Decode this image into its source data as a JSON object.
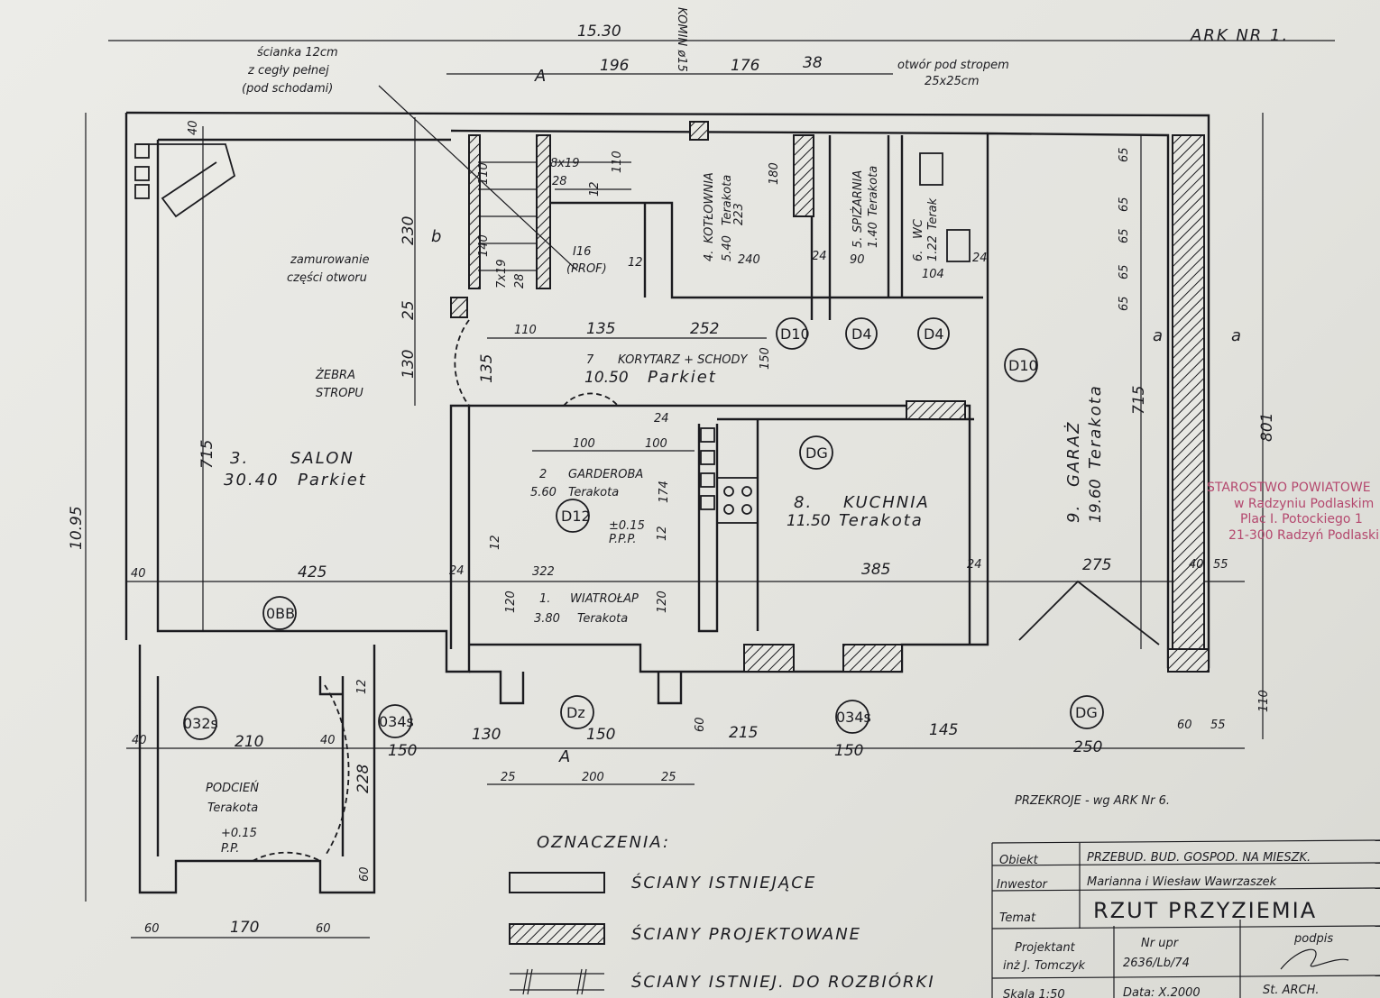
{
  "sheet": {
    "label": "ARK NR 1.",
    "total_width": "15.30",
    "total_height": "10.95"
  },
  "rooms": [
    {
      "num": "1.",
      "name": "WIATROŁAP",
      "area": "3.80",
      "floor": "Terakota"
    },
    {
      "num": "2",
      "name": "GARDEROBA",
      "area": "5.60",
      "floor": "Terakota"
    },
    {
      "num": "3.",
      "name": "SALON",
      "area": "30.40",
      "floor": "Parkiet"
    },
    {
      "num": "4.",
      "name": "KOTŁOWNIA",
      "area": "5.40",
      "floor": "Terakota"
    },
    {
      "num": "5.",
      "name": "SPIŻARNIA",
      "area": "1.40",
      "floor": "Terakota"
    },
    {
      "num": "6.",
      "name": "WC",
      "area": "1.22",
      "floor": "Terak"
    },
    {
      "num": "7",
      "name": "KORYTARZ + SCHODY",
      "area": "10.50",
      "floor": "Parkiet"
    },
    {
      "num": "8.",
      "name": "KUCHNIA",
      "area": "11.50",
      "floor": "Terakota"
    },
    {
      "num": "9.",
      "name": "GARAŻ",
      "area": "19.60",
      "floor": "Terakota"
    },
    {
      "name": "PODCIEŃ",
      "floor": "Terakota"
    }
  ],
  "annotations": {
    "wall_note_1": "ścianka 12cm",
    "wall_note_2": "z cegły pełnej",
    "wall_note_3": "(pod schodami)",
    "infill_1": "zamurowanie",
    "infill_2": "części otworu",
    "ribs_1": "ŻEBRA",
    "ribs_2": "STROPU",
    "chimney": "KOMIN ø15",
    "opening_1": "otwór pod stropem",
    "opening_2": "25x25cm",
    "beam_1": "I16",
    "beam_2": "(PROF)",
    "level_1": "±0.15",
    "level_1b": "P.P.P.",
    "level_2": "+0.15",
    "level_2b": "P.P.",
    "sections": "PRZEKROJE - wg ARK Nr 6.",
    "stairs_1": "7x19",
    "stairs_2": "28",
    "stairs_3": "8x19",
    "stairs_4": "28"
  },
  "section_marks": [
    "A",
    "A",
    "a",
    "a",
    "b"
  ],
  "door_tags": [
    "D10",
    "D4",
    "D4",
    "D10",
    "DG",
    "D12",
    "Dz",
    "DG",
    "0BB",
    "032s",
    "034s",
    "034s"
  ],
  "dimensions": {
    "top": [
      "196",
      "176",
      "38"
    ],
    "left": [
      "40",
      "230",
      "25",
      "130",
      "715"
    ],
    "corridor": [
      "110",
      "135",
      "252",
      "135",
      "150"
    ],
    "garderoba": [
      "100",
      "100",
      "174",
      "322",
      "12",
      "12",
      "24",
      "24"
    ],
    "middle": [
      "425",
      "40",
      "385",
      "24",
      "275",
      "40",
      "55",
      "715",
      "801"
    ],
    "service": [
      "223",
      "240",
      "180",
      "90",
      "104",
      "24",
      "24",
      "12",
      "12",
      "110",
      "110",
      "140",
      "65",
      "65",
      "65",
      "65",
      "65"
    ],
    "bottom": [
      "40",
      "210",
      "40",
      "150",
      "130",
      "150",
      "60",
      "215",
      "150",
      "145",
      "250",
      "60",
      "55",
      "110",
      "120",
      "120"
    ],
    "porch": [
      "228",
      "60",
      "60",
      "170",
      "60",
      "12"
    ],
    "entrance": [
      "25",
      "200",
      "25"
    ]
  },
  "legend": {
    "title": "OZNACZENIA:",
    "items": [
      "ŚCIANY ISTNIEJĄCE",
      "ŚCIANY PROJEKTOWANE",
      "ŚCIANY ISTNIEJ. DO ROZBIÓRKI"
    ]
  },
  "title_block": {
    "object_label": "Obiekt",
    "object_value": "PRZEBUD. BUD. GOSPOD. NA MIESZK.",
    "investor_label": "Inwestor",
    "investor_value": "Marianna i Wiesław Wawrzaszek",
    "topic_label": "Temat",
    "topic_value": "RZUT PRZYZIEMIA",
    "designer_label": "Projektant",
    "designer_value": "inż J. Tomczyk",
    "license_label": "Nr upr",
    "license_value": "2636/Lb/74",
    "signature_label": "podpis",
    "scale": "Skala 1:50",
    "date": "Data: X.2000",
    "role": "St. ARCH."
  },
  "stamp": {
    "line1": "STAROSTWO POWIATOWE",
    "line2": "w Radzyniu Podlaskim",
    "line3": "Plac I. Potockiego 1",
    "line4": "21-300 Radzyń Podlaski"
  },
  "colors": {
    "ink": "#1b1b1f",
    "paper": "#e6e6e1",
    "stamp": "#b4486e"
  }
}
